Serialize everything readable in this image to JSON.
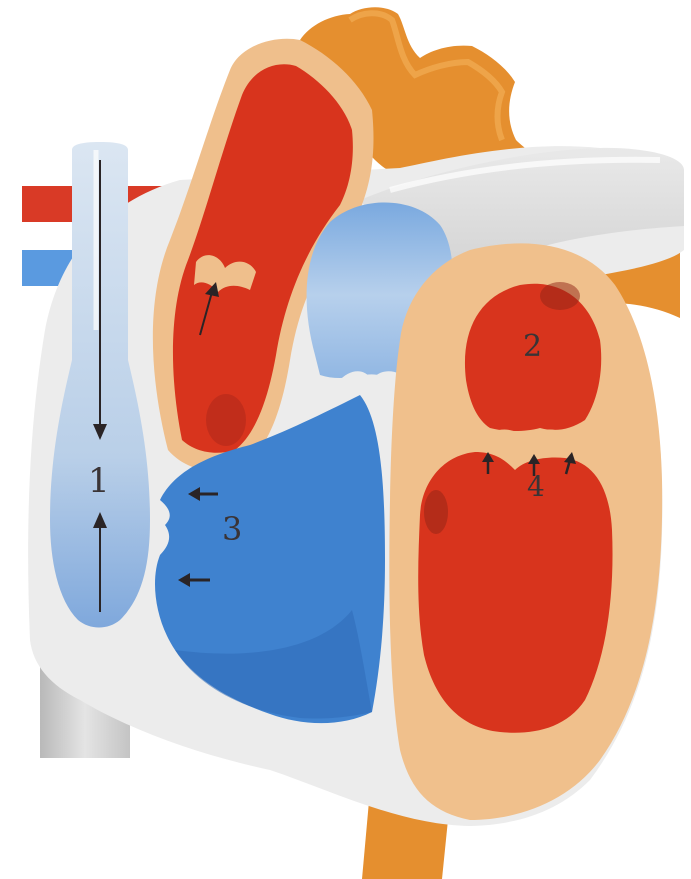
{
  "diagram": {
    "labels": {
      "label_1": "1",
      "label_2": "2",
      "label_3": "3",
      "label_4": "4"
    },
    "colors": {
      "oxygenated_blood": "#d8341d",
      "deoxygenated_blood": "#3f82cf",
      "light_blue_chamber": "#a9c9ea",
      "heart_muscle": "#f0c08c",
      "vessel_wall": "#e6e6e6",
      "aorta_orange": "#e38a2d",
      "arrow": "#2a2426"
    }
  }
}
